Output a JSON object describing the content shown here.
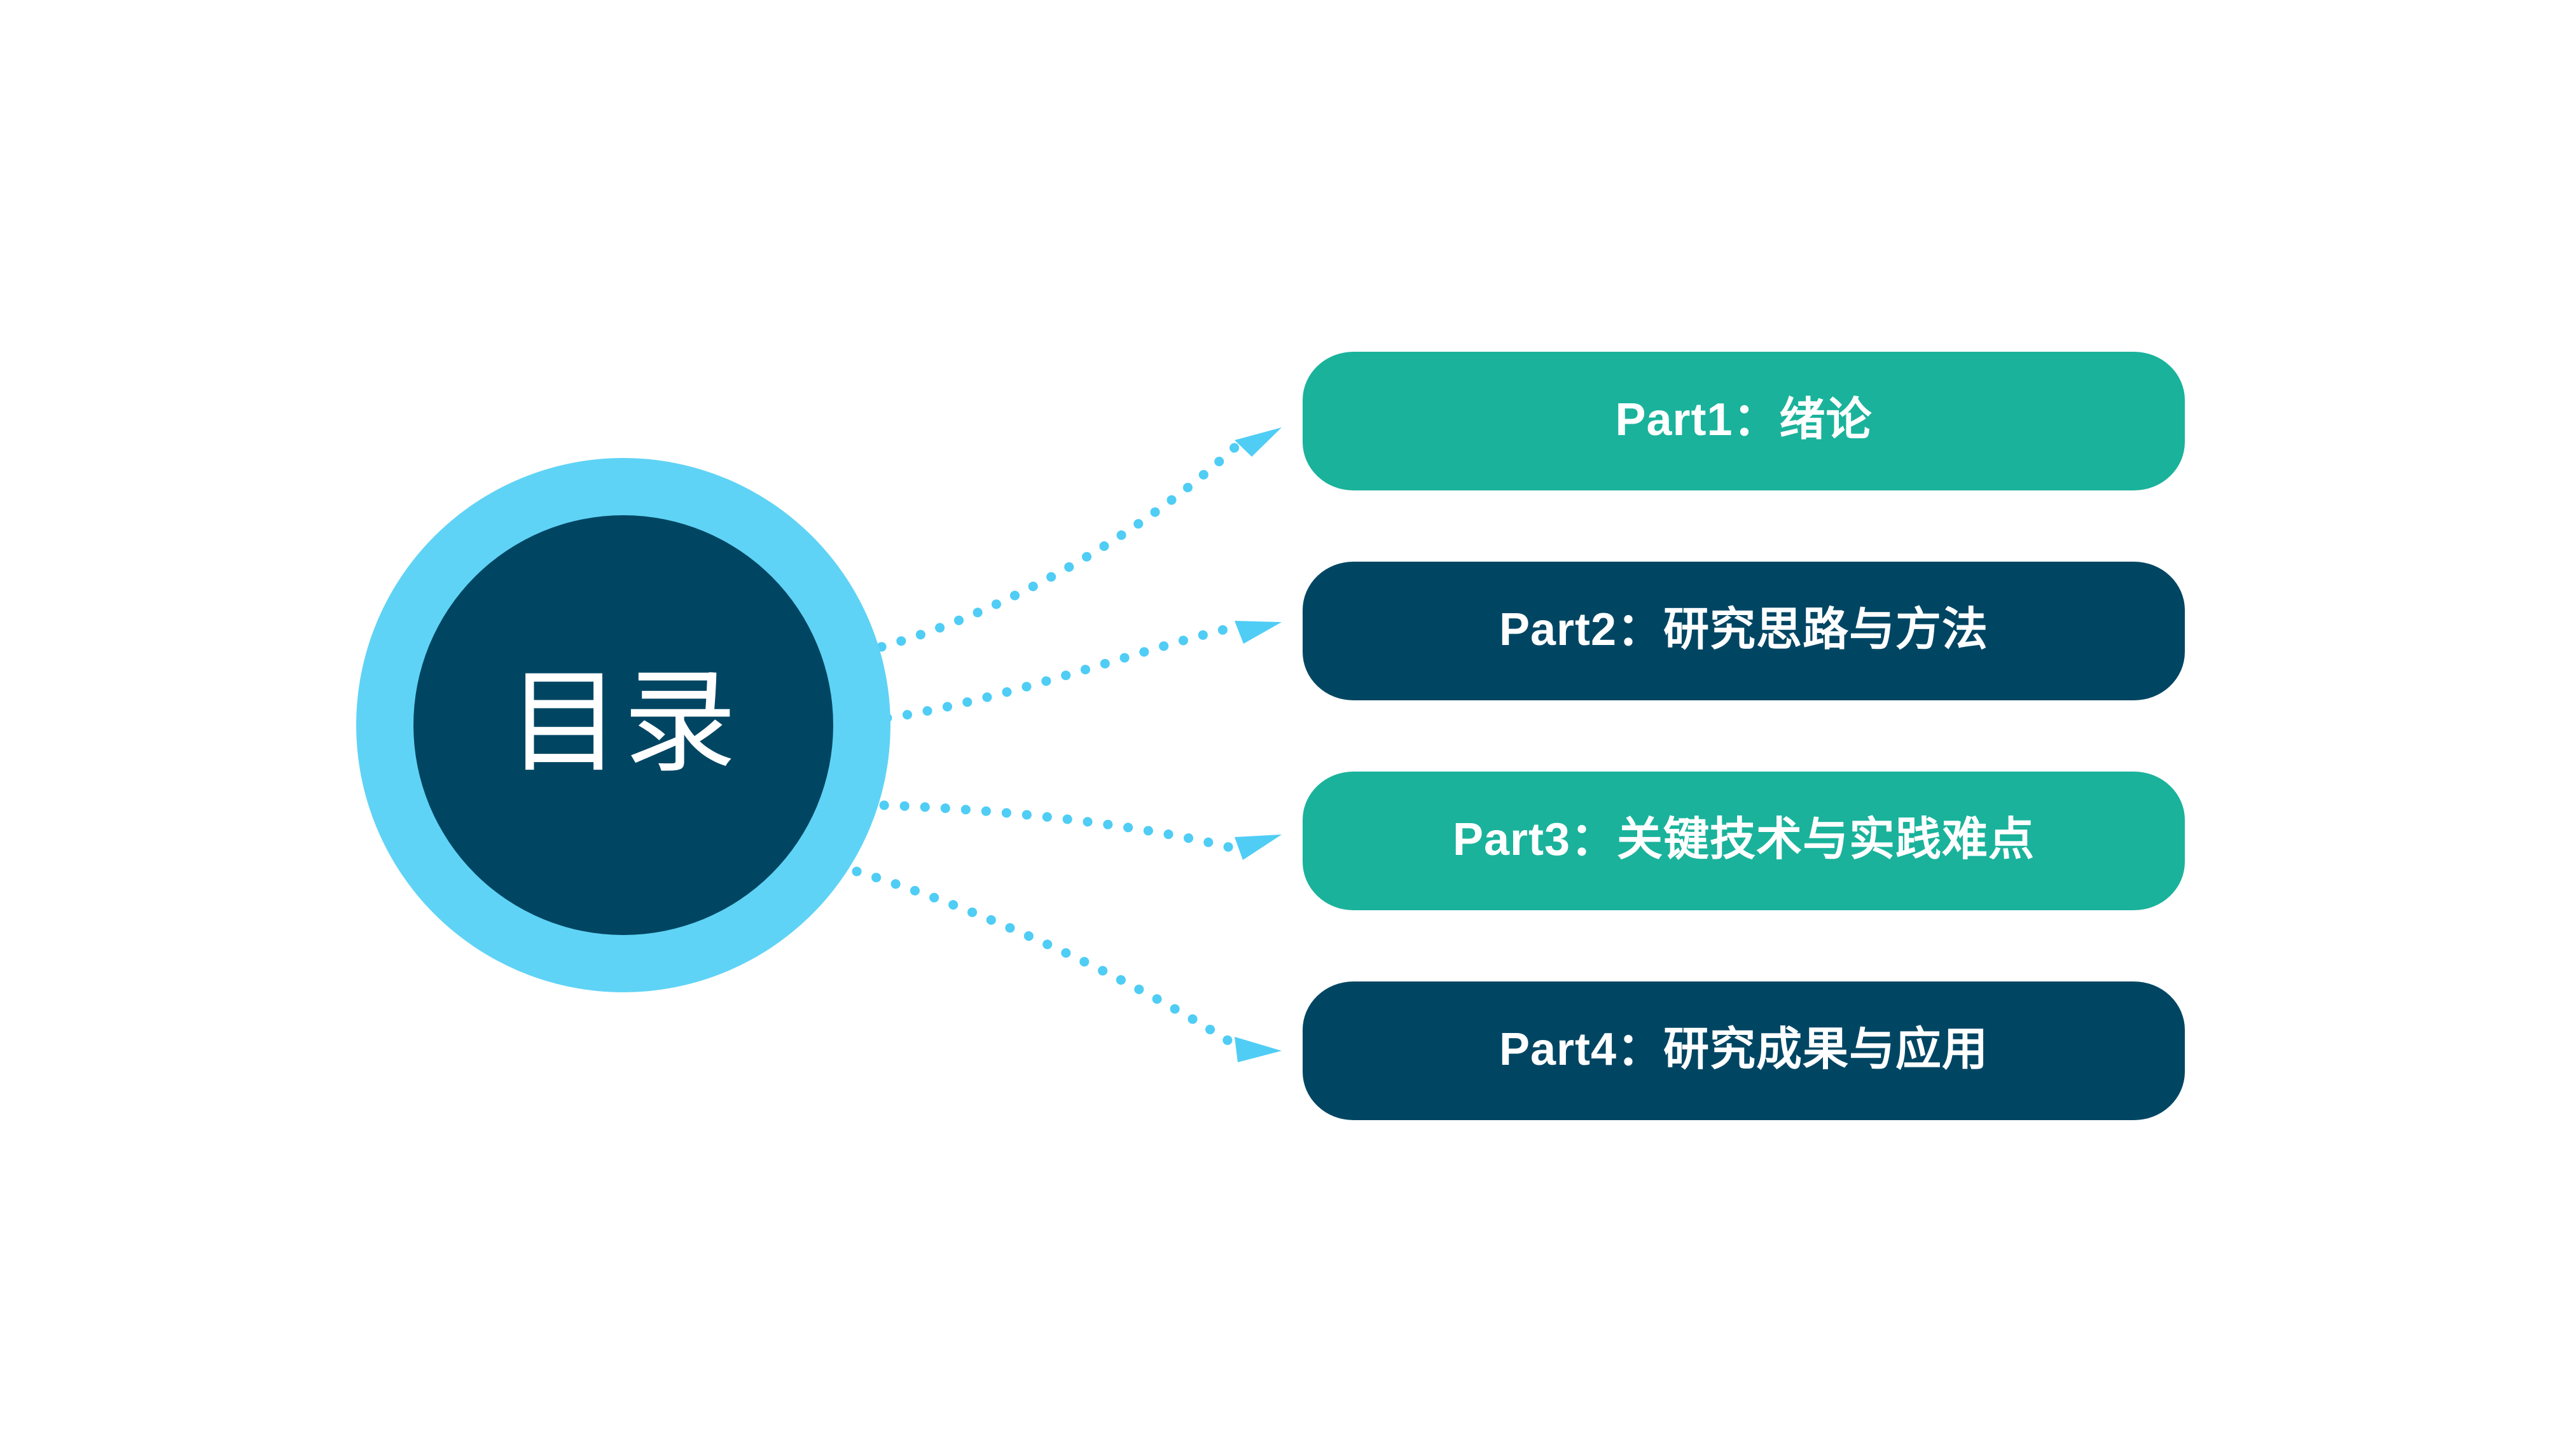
{
  "slide": {
    "background_color": "#FFFFFF",
    "title": "目录"
  },
  "hub": {
    "label": "目录",
    "outer_ring_color": "#5FD3F5",
    "inner_circle_color": "#004663",
    "label_color": "#FFFFFF"
  },
  "connectors": {
    "dot_color": "#4FCDF5",
    "arrow_color": "#4FCDF5",
    "style": "dotted",
    "count": 4
  },
  "cards": [
    {
      "label": "Part1：绪论",
      "part": "Part1",
      "name": "绪论",
      "background_color": "#1AB29B",
      "text_color": "#FFFFFF"
    },
    {
      "label": "Part2：研究思路与方法",
      "part": "Part2",
      "name": "研究思路与方法",
      "background_color": "#004663",
      "text_color": "#FFFFFF"
    },
    {
      "label": "Part3：关键技术与实践难点",
      "part": "Part3",
      "name": "关键技术与实践难点",
      "background_color": "#1AB29B",
      "text_color": "#FFFFFF"
    },
    {
      "label": "Part4：研究成果与应用",
      "part": "Part4",
      "name": "研究成果与应用",
      "background_color": "#004663",
      "text_color": "#FFFFFF"
    }
  ]
}
